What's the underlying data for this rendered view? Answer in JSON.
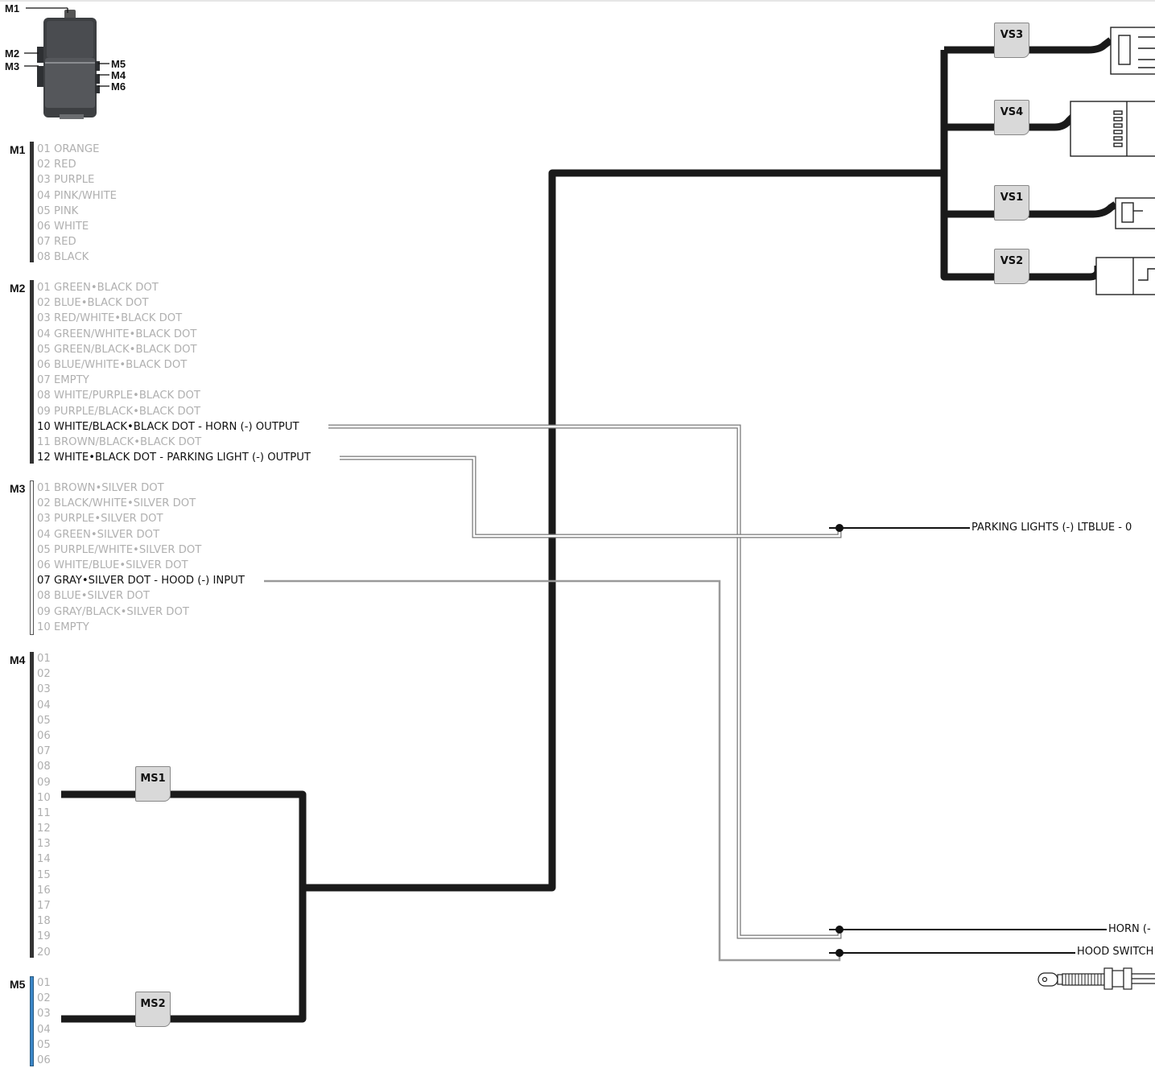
{
  "module_callouts": {
    "m1": "M1",
    "m2": "M2",
    "m3": "M3",
    "m4": "M4",
    "m5": "M5",
    "m6": "M6"
  },
  "connectors": {
    "m1": {
      "label": "M1",
      "pins": [
        "01 ORANGE",
        "02 RED",
        "03 PURPLE",
        "04 PINK/WHITE",
        "05 PINK",
        "06 WHITE",
        "07 RED",
        "08 BLACK"
      ]
    },
    "m2": {
      "label": "M2",
      "pins": [
        "01 GREEN•BLACK DOT",
        "02 BLUE•BLACK DOT",
        "03 RED/WHITE•BLACK DOT",
        "04 GREEN/WHITE•BLACK DOT",
        "05 GREEN/BLACK•BLACK DOT",
        "06 BLUE/WHITE•BLACK DOT",
        "07 EMPTY",
        "08 WHITE/PURPLE•BLACK DOT",
        "09 PURPLE/BLACK•BLACK DOT",
        "10 WHITE/BLACK•BLACK DOT - HORN (-) OUTPUT",
        "11 BROWN/BLACK•BLACK DOT",
        "12 WHITE•BLACK DOT - PARKING LIGHT (-) OUTPUT"
      ],
      "active": [
        9,
        11
      ]
    },
    "m3": {
      "label": "M3",
      "pins": [
        "01 BROWN•SILVER DOT",
        "02 BLACK/WHITE•SILVER DOT",
        "03 PURPLE•SILVER DOT",
        "04 GREEN•SILVER DOT",
        "05 PURPLE/WHITE•SILVER DOT",
        "06 WHITE/BLUE•SILVER DOT",
        "07 GRAY•SILVER DOT - HOOD (-) INPUT",
        "08 BLUE•SILVER DOT",
        "09 GRAY/BLACK•SILVER DOT",
        "10 EMPTY"
      ],
      "active": [
        6
      ]
    },
    "m4": {
      "label": "M4",
      "pins": [
        "01",
        "02",
        "03",
        "04",
        "05",
        "06",
        "07",
        "08",
        "09",
        "10",
        "11",
        "12",
        "13",
        "14",
        "15",
        "16",
        "17",
        "18",
        "19",
        "20"
      ]
    },
    "m5": {
      "label": "M5",
      "pins": [
        "01",
        "02",
        "03",
        "04",
        "05",
        "06"
      ]
    }
  },
  "harness_tags": {
    "vs3": "VS3",
    "vs4": "VS4",
    "vs1": "VS1",
    "vs2": "VS2",
    "ms1": "MS1",
    "ms2": "MS2"
  },
  "wire_labels": {
    "parking_lights": "PARKING LIGHTS (-) LTBLUE - 0",
    "horn": "HORN (-",
    "hood_switch": "HOOD SWITCH"
  },
  "colors": {
    "harness": "#1a1a1a",
    "signal_wire": "#111111",
    "gray_wire": "#9a9a9a",
    "tag_fill": "#d9d9d9",
    "m5_bar": "#3a86c8"
  }
}
